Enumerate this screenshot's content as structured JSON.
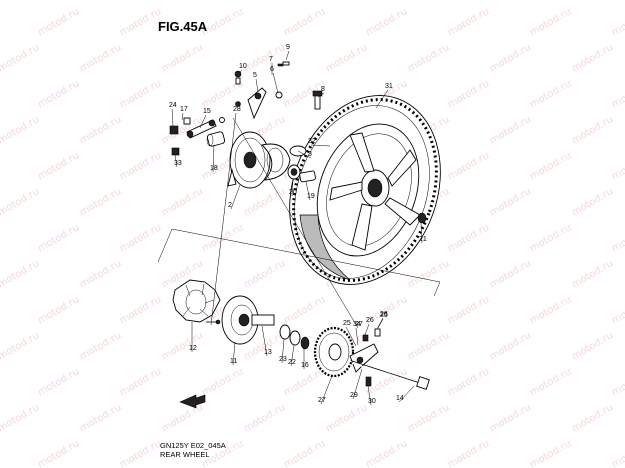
{
  "figure": {
    "title": "FIG.45A",
    "footer_code": "GN125Y E02_045A",
    "footer_name": "REAR WHEEL",
    "watermark": "motod.ru"
  },
  "callouts": [
    "2",
    "3",
    "5",
    "6",
    "7",
    "8",
    "9",
    "10",
    "11",
    "12",
    "13",
    "14",
    "15",
    "16",
    "17",
    "18",
    "19",
    "20",
    "21",
    "22",
    "23",
    "24",
    "25",
    "26",
    "27",
    "27",
    "28",
    "29",
    "30",
    "31",
    "32",
    "33",
    "34",
    "25",
    "26",
    "27"
  ]
}
